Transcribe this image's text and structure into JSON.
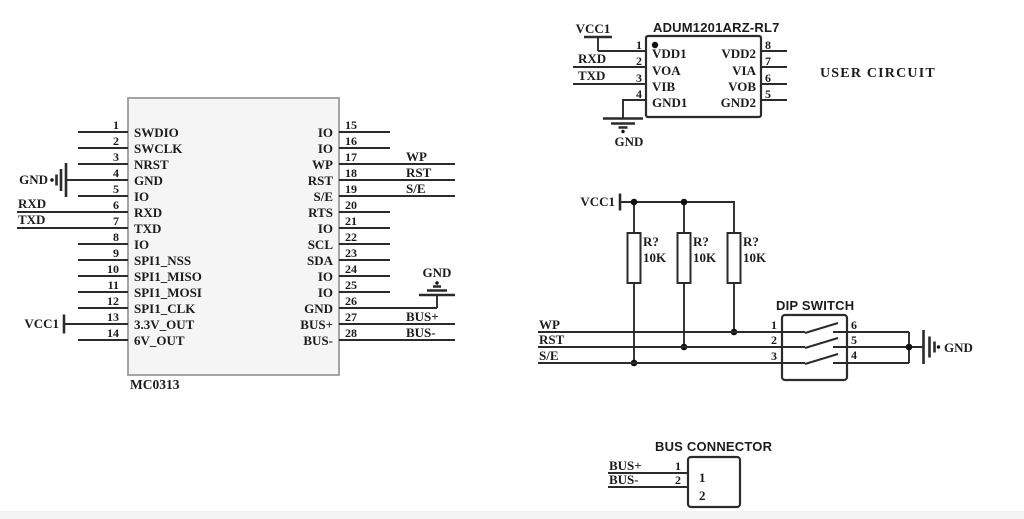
{
  "labels": {
    "user_circuit": "USER CIRCUIT"
  },
  "colors": {
    "background": "#ffffff",
    "wire": "#2b2b2b",
    "text": "#1c1c1c",
    "main_ic_fill": "#f5f5f5",
    "main_ic_border": "#9b9b9b",
    "footer_strip": "#f3f3f3"
  },
  "main_ic": {
    "designator": "MC0313",
    "left_pins": [
      {
        "num": "1",
        "name": "SWDIO",
        "net": ""
      },
      {
        "num": "2",
        "name": "SWCLK",
        "net": ""
      },
      {
        "num": "3",
        "name": "NRST",
        "net": ""
      },
      {
        "num": "4",
        "name": "GND",
        "net": "GND"
      },
      {
        "num": "5",
        "name": "IO",
        "net": ""
      },
      {
        "num": "6",
        "name": "RXD",
        "net": "RXD"
      },
      {
        "num": "7",
        "name": "TXD",
        "net": "TXD"
      },
      {
        "num": "8",
        "name": "IO",
        "net": ""
      },
      {
        "num": "9",
        "name": "SPI1_NSS",
        "net": ""
      },
      {
        "num": "10",
        "name": "SPI1_MISO",
        "net": ""
      },
      {
        "num": "11",
        "name": "SPI1_MOSI",
        "net": ""
      },
      {
        "num": "12",
        "name": "SPI1_CLK",
        "net": ""
      },
      {
        "num": "13",
        "name": "3.3V_OUT",
        "net": "VCC1"
      },
      {
        "num": "14",
        "name": "6V_OUT",
        "net": ""
      }
    ],
    "right_pins": [
      {
        "num": "15",
        "name": "IO",
        "net": ""
      },
      {
        "num": "16",
        "name": "IO",
        "net": ""
      },
      {
        "num": "17",
        "name": "WP",
        "net": "WP"
      },
      {
        "num": "18",
        "name": "RST",
        "net": "RST"
      },
      {
        "num": "19",
        "name": "S/E",
        "net": "S/E"
      },
      {
        "num": "20",
        "name": "RTS",
        "net": ""
      },
      {
        "num": "21",
        "name": "IO",
        "net": ""
      },
      {
        "num": "22",
        "name": "SCL",
        "net": ""
      },
      {
        "num": "23",
        "name": "SDA",
        "net": ""
      },
      {
        "num": "24",
        "name": "IO",
        "net": ""
      },
      {
        "num": "25",
        "name": "IO",
        "net": ""
      },
      {
        "num": "26",
        "name": "GND",
        "net": "GND"
      },
      {
        "num": "27",
        "name": "BUS+",
        "net": "BUS+"
      },
      {
        "num": "28",
        "name": "BUS-",
        "net": "BUS-"
      }
    ]
  },
  "isolator": {
    "part_number": "ADUM1201ARZ-RL7",
    "left_pins": [
      {
        "num": "1",
        "name": "VDD1",
        "net": "VCC1"
      },
      {
        "num": "2",
        "name": "VOA",
        "net": "RXD"
      },
      {
        "num": "3",
        "name": "VIB",
        "net": "TXD"
      },
      {
        "num": "4",
        "name": "GND1",
        "net": "GND"
      }
    ],
    "right_pins": [
      {
        "num": "8",
        "name": "VDD2"
      },
      {
        "num": "7",
        "name": "VIA"
      },
      {
        "num": "6",
        "name": "VOB"
      },
      {
        "num": "5",
        "name": "GND2"
      }
    ]
  },
  "pullups": {
    "rail_net": "VCC1",
    "resistors": [
      {
        "ref": "R?",
        "value": "10K"
      },
      {
        "ref": "R?",
        "value": "10K"
      },
      {
        "ref": "R?",
        "value": "10K"
      }
    ]
  },
  "dip_switch": {
    "title": "DIP SWITCH",
    "rows": [
      {
        "net": "WP",
        "left_pin": "1",
        "right_pin": "6"
      },
      {
        "net": "RST",
        "left_pin": "2",
        "right_pin": "5"
      },
      {
        "net": "S/E",
        "left_pin": "3",
        "right_pin": "4"
      }
    ],
    "gnd_label": "GND"
  },
  "bus_connector": {
    "title": "BUS CONNECTOR",
    "pins": [
      {
        "num": "1",
        "net": "BUS+",
        "inner": "1"
      },
      {
        "num": "2",
        "net": "BUS-",
        "inner": "2"
      }
    ]
  }
}
